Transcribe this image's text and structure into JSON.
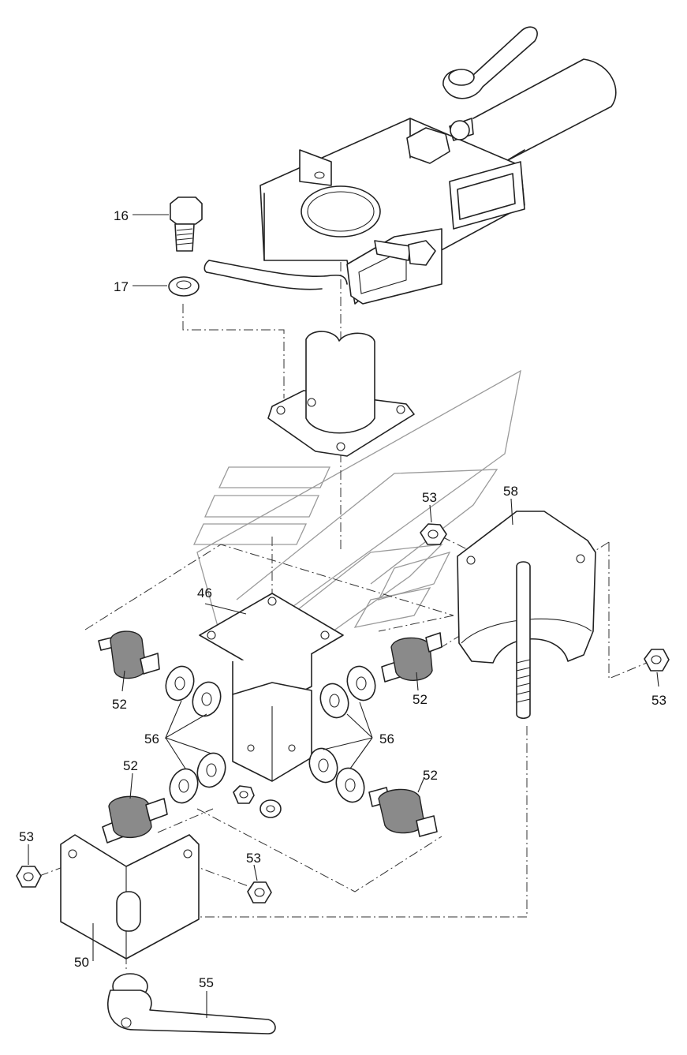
{
  "labels": {
    "l16": "16",
    "l17": "17",
    "l46": "46",
    "l50": "50",
    "l52a": "52",
    "l52b": "52",
    "l52c": "52",
    "l52d": "52",
    "l53a": "53",
    "l53b": "53",
    "l53c": "53",
    "l53d": "53",
    "l55": "55",
    "l56a": "56",
    "l56b": "56",
    "l58": "58"
  }
}
